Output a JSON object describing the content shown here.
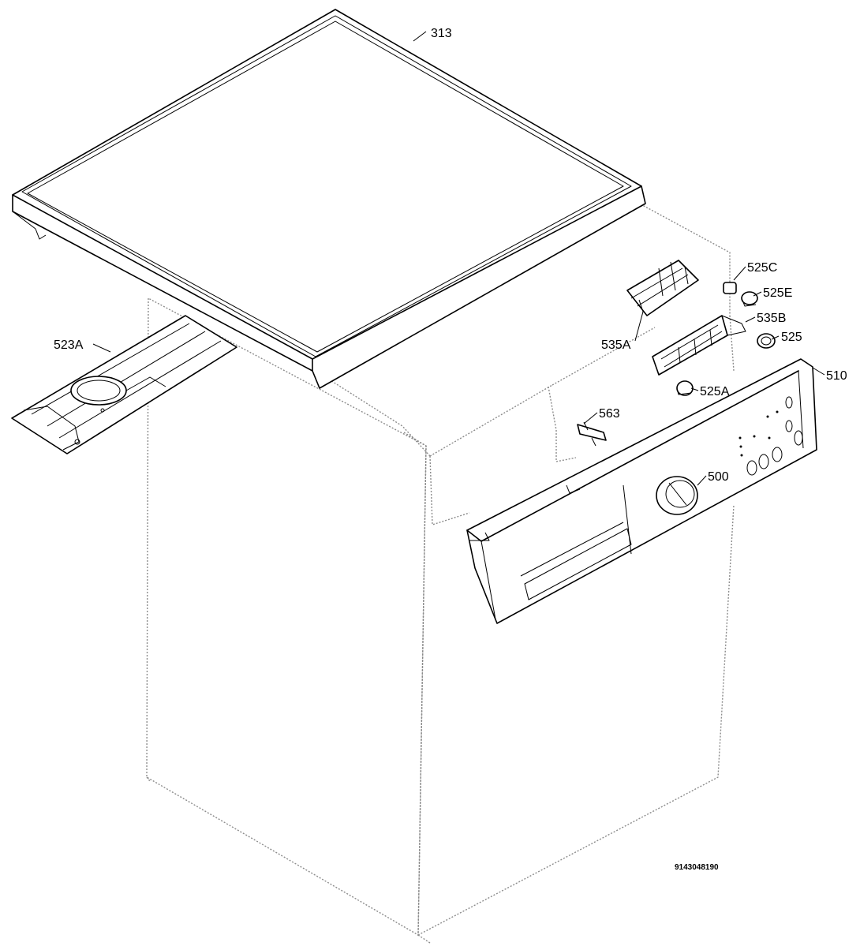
{
  "callouts": {
    "c313": "313",
    "c525C": "525C",
    "c525E": "525E",
    "c535B": "535B",
    "c525": "525",
    "c510": "510",
    "c523A": "523A",
    "c535A": "535A",
    "c525A": "525A",
    "c563": "563",
    "c500": "500"
  },
  "drawing_code": "9143048190"
}
